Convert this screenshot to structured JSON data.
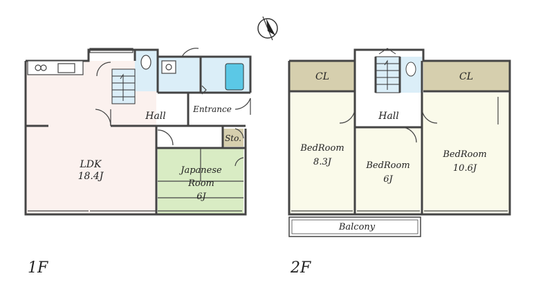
{
  "colors": {
    "wall": "#444444",
    "ldk": "#fbf1ee",
    "japanese": "#d9ecc4",
    "wet": "#dbeef8",
    "closet": "#d6cfae",
    "bedroom": "#fafaea",
    "bath": "#5bc8e6",
    "storage": "#d6cfae"
  },
  "compass_icon": "north-arrow-icon",
  "floor1": {
    "label": "1F",
    "rooms": {
      "ldk_name": "LDK",
      "ldk_size": "18.4J",
      "hall": "Hall",
      "entrance": "Entrance",
      "storage": "Sto.",
      "japanese_l1": "Japanese",
      "japanese_l2": "Room",
      "japanese_size": "6J"
    }
  },
  "floor2": {
    "label": "2F",
    "rooms": {
      "closet_left": "CL",
      "closet_right": "CL",
      "hall": "Hall",
      "bed1_name": "BedRoom",
      "bed1_size": "8.3J",
      "bed2_name": "BedRoom",
      "bed2_size": "6J",
      "bed3_name": "BedRoom",
      "bed3_size": "10.6J",
      "balcony": "Balcony"
    }
  }
}
